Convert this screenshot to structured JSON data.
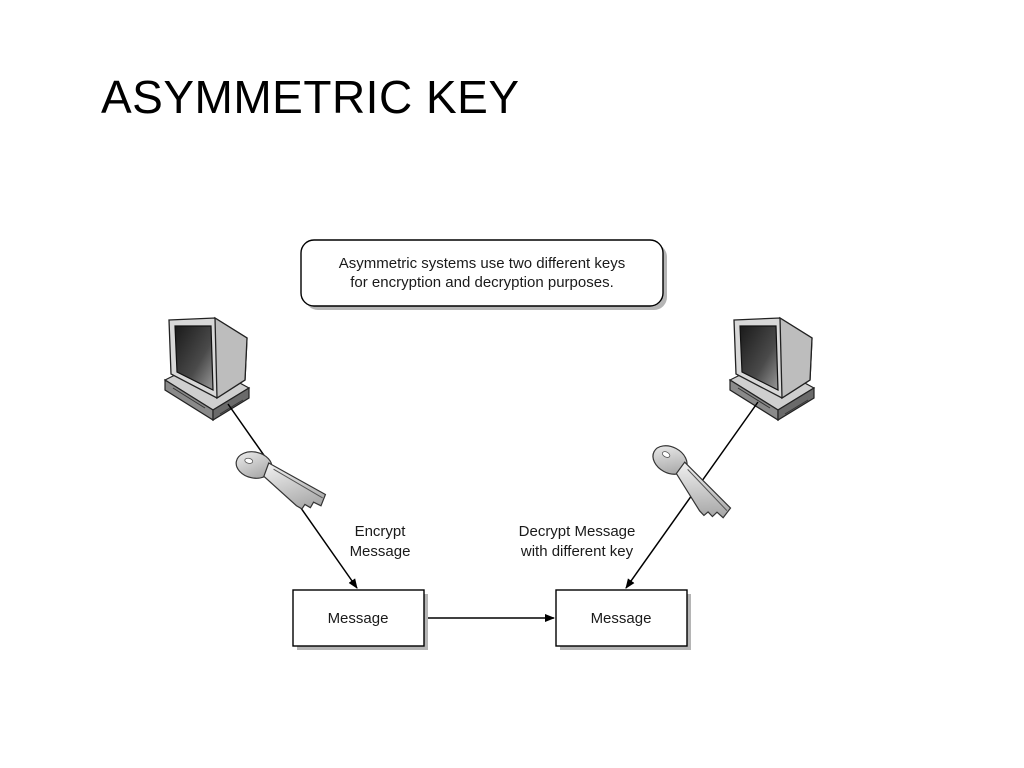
{
  "slide": {
    "title": "ASYMMETRIC KEY"
  },
  "diagram": {
    "callout": {
      "line1": "Asymmetric systems use two different keys",
      "line2": "for encryption and decryption purposes."
    },
    "encrypt_label": {
      "line1": "Encrypt",
      "line2": "Message"
    },
    "decrypt_label": {
      "line1": "Decrypt Message",
      "line2": "with different key"
    },
    "left_box": {
      "label": "Message"
    },
    "right_box": {
      "label": "Message"
    },
    "icons": [
      "computer-icon",
      "key-icon"
    ],
    "colors": {
      "line": "#000000",
      "shadow": "#b0b0b0",
      "box_fill": "#ffffff"
    }
  }
}
